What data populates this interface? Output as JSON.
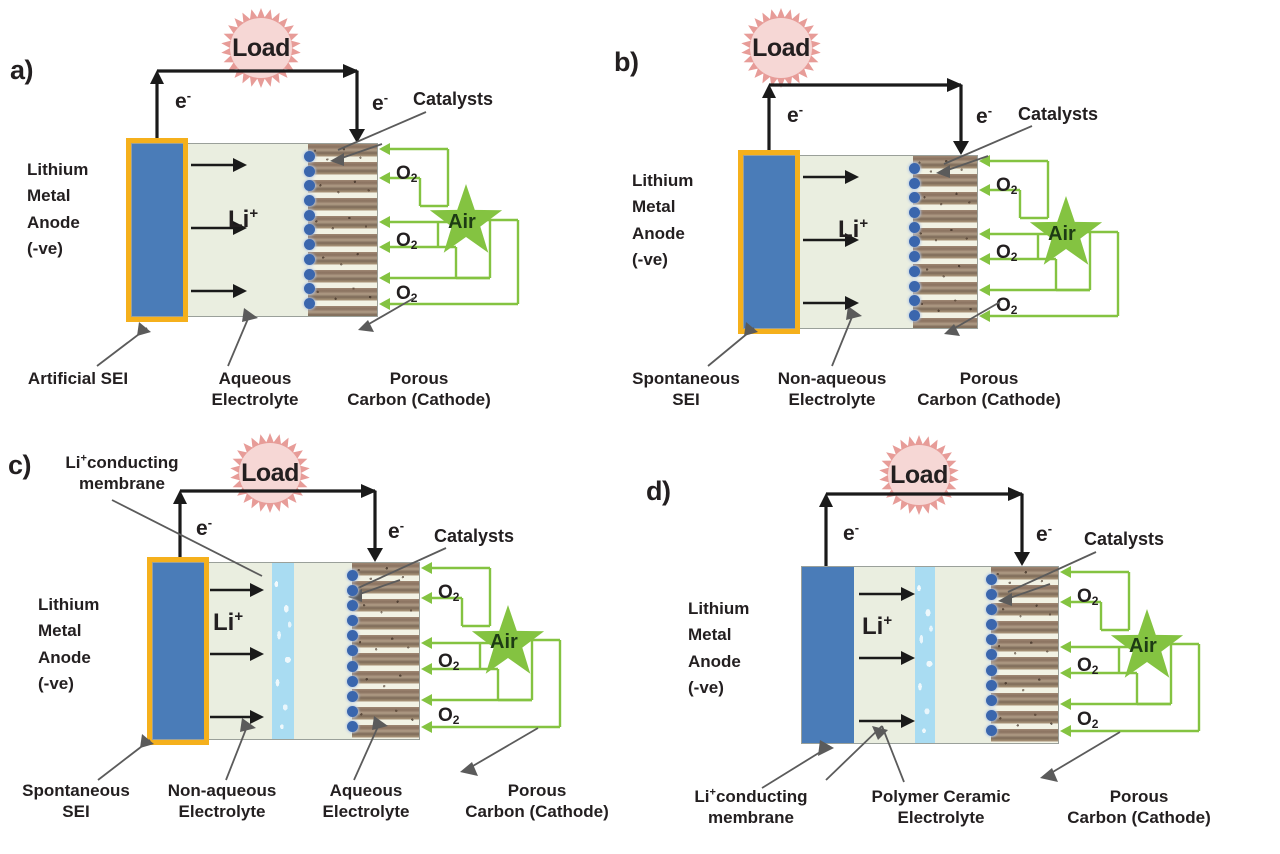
{
  "figure": {
    "description": "Schematic of four lithium-air battery cell configurations",
    "colors": {
      "anode": "#4a7cb8",
      "sei": "#f5b01c",
      "electrolyte": "#eaeee0",
      "membrane": "#a9dcf2",
      "carbon": "#9e8672",
      "catalyst": "#3a66ad",
      "air_star": "#7dbf4a",
      "load_burst": "#e8a7a3",
      "text": "#231f20"
    },
    "common": {
      "load_label": "Load",
      "electron_label": "e",
      "electron_sup": "-",
      "li_ion_label": "Li",
      "li_ion_sup": "+",
      "air_label": "Air",
      "o2_label": "O",
      "o2_sub": "2",
      "catalysts_label": "Catalysts",
      "o2_count": 3,
      "catalyst_dot_count": 11
    }
  },
  "panels": [
    {
      "letter": "a)",
      "anode_label": "Lithium\nMetal\nAnode\n(-ve)",
      "has_sei_border": true,
      "layers": [
        "anode",
        "aqueous electrolyte",
        "porous carbon"
      ],
      "bottom_labels": [
        {
          "text": "Artificial SEI"
        },
        {
          "text": "Aqueous\nElectrolyte"
        },
        {
          "text": "Porous\nCarbon (Cathode)"
        }
      ]
    },
    {
      "letter": "b)",
      "anode_label": "Lithium\nMetal\nAnode\n(-ve)",
      "has_sei_border": true,
      "layers": [
        "anode",
        "non-aqueous electrolyte",
        "porous carbon"
      ],
      "bottom_labels": [
        {
          "text": "Spontaneous\nSEI"
        },
        {
          "text": "Non-aqueous\nElectrolyte"
        },
        {
          "text": "Porous\nCarbon (Cathode)"
        }
      ]
    },
    {
      "letter": "c)",
      "anode_label": "Lithium\nMetal\nAnode\n(-ve)",
      "has_sei_border": true,
      "top_label": "Li⁺conducting\nmembrane",
      "top_label_plain": "Li",
      "top_label_sup": "+",
      "top_label_rest": "conducting\nmembrane",
      "layers": [
        "anode",
        "non-aqueous electrolyte",
        "Li+ membrane",
        "aqueous electrolyte",
        "porous carbon"
      ],
      "bottom_labels": [
        {
          "text": "Spontaneous\nSEI"
        },
        {
          "text": "Non-aqueous\nElectrolyte"
        },
        {
          "text": "Aqueous\nElectrolyte"
        },
        {
          "text": "Porous\nCarbon (Cathode)"
        }
      ]
    },
    {
      "letter": "d)",
      "anode_label": "Lithium\nMetal\nAnode\n(-ve)",
      "has_sei_border": false,
      "layers": [
        "anode",
        "polymer ceramic electrolyte",
        "Li+ membrane",
        "polymer ceramic electrolyte",
        "porous carbon"
      ],
      "bottom_labels": [
        {
          "text_plain": "Li",
          "text_sup": "+",
          "text_rest": "conducting\nmembrane"
        },
        {
          "text": "Polymer Ceramic\nElectrolyte"
        },
        {
          "text": "Porous\nCarbon (Cathode)"
        }
      ]
    }
  ]
}
